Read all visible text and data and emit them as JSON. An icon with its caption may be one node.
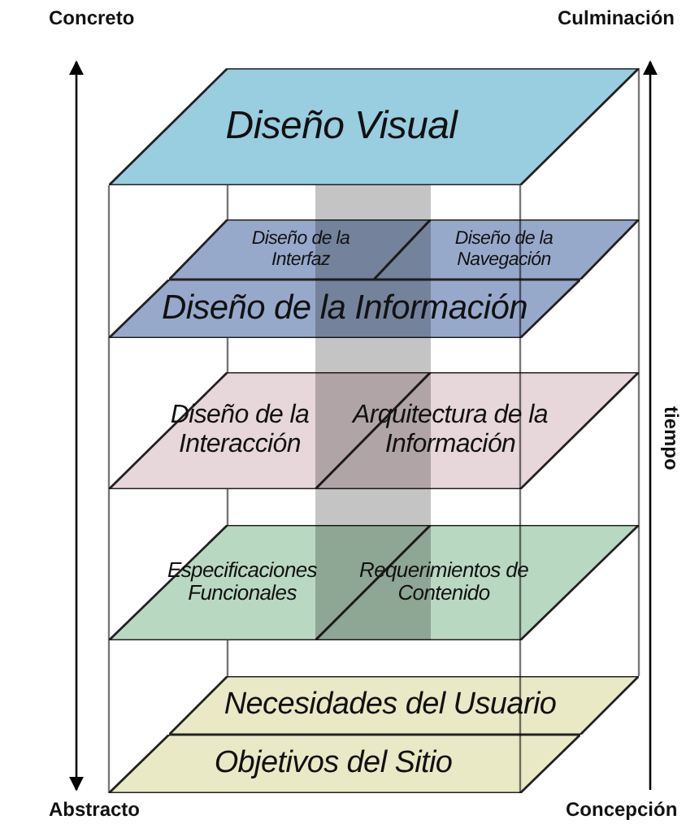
{
  "diagram": {
    "nodes": [
      {
        "text": [
          "Diseño Visual"
        ]
      },
      {
        "text": [
          "Diseño de la Interfaz"
        ]
      },
      {
        "text": [
          "Diseño de la Navegación"
        ]
      },
      {
        "text": [
          "Diseño de la Información"
        ]
      },
      {
        "text": [
          "Diseño de la Interacción"
        ]
      },
      {
        "text": [
          "Arquitectura de la Información"
        ]
      },
      {
        "text": [
          "Especificaciones Funcionales"
        ]
      },
      {
        "text": [
          "Requerimientos de Contenido"
        ]
      },
      {
        "text": [
          "Necesidades del Usuario"
        ]
      },
      {
        "text": [
          "Objetivos del Sitio"
        ]
      }
    ],
    "edges": [],
    "labels": [
      "Concreto",
      "Culminación",
      "tiempo",
      "Abstracto",
      "Concepción"
    ]
  }
}
